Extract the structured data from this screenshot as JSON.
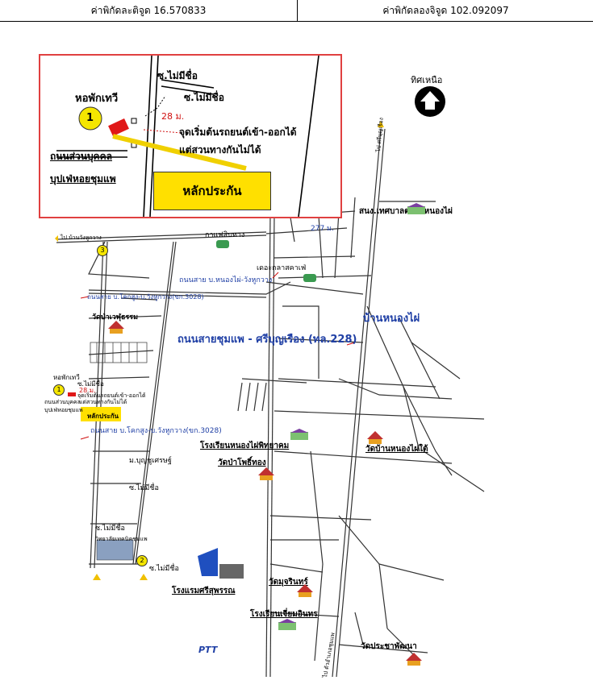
{
  "header": {
    "latitude_label": "ค่าพิกัดละติจูด 16.570833",
    "longitude_label": "ค่าพิกัดลองจิจูด 102.092097"
  },
  "compass": {
    "label": "ทิศเหนือ"
  },
  "inset": {
    "dorm_label": "หอพักเทวี",
    "lane1": "ซ.ไม่มีชื่อ",
    "lane2": "ซ.ไม่มีชื่อ",
    "distance": "28 ม.",
    "entry_note": "จุดเริ่มต้นรถยนต์เข้า-ออกได้",
    "entry_note2": "แต่สวนทางกันไม่ได้",
    "road1": "ถนนส่วนบุคคล",
    "road2": "บุปเฟ่หอยชุมแพ",
    "marker": "1",
    "collateral": "หลักประกัน"
  },
  "labels": {
    "nongphai_municipality": "สนง.เทศบาลตำบลหนองไผ่",
    "distance_277": "277 ม.",
    "cafe_bus": "กาแฟสิบทาง",
    "cafe_kaleao": "เดอะกลาสคาเฟ่",
    "road_nongphai_wangwang": "ถนนสาย บ.หนองไผ่-วังหูกวาง",
    "road_khoksung_top": "ถนนสาย บ.โคกสูง-บ.วังหูกวาง(ขก.3028)",
    "wat_pa_wetchatham": "วัดป่าเวฬุธรรม",
    "ban_nongphai": "บ้านหนองไผ่",
    "main_road": "ถนนสายชุมแพ - ศรีบุญเรือง (ทล.228)",
    "dorm_small": "หอพักเทวี",
    "lane_small1": "ซ.ไม่มีชื่อ",
    "dist_small": "28 ม.",
    "entry_small": "จุดเริ่มต้นรถยนต์เข้า-ออกได้",
    "entry_small2": "แต่สวนทางกันไม่ได้",
    "road_small1": "ถนนส่วนบุคคล",
    "road_small2": "บุปเฟ่หอยชุมแพ",
    "collateral_small": "หลักประกัน",
    "road_khoksung_bottom": "ถนนสาย บ.โคกสูง-บ.วังหูกวาง(ขก.3028)",
    "school_nongphai": "โรงเรียนหนองไผ่พิทยาคม",
    "wat_ban_nongphai": "วัดบ้านหนองไผ่ใต้",
    "wat_pa_photong": "วัดป่าโพธิ์ทอง",
    "village_bunsiri": "ม.บุญชูเศรษฐ์",
    "lane_small2": "ซ.ไม่มีชื่อ",
    "lane_small3": "ซ.ไม่มีชื่อ",
    "lane_small4": "ซ.ไม่มีชื่อ",
    "college": "วิทยาลัยเทคนิคชุมแพ",
    "hotel": "โรงแรมศรีสุพรรณ",
    "wat_mucharin": "วัดมุจรินทร์",
    "school_chiam": "โรงเรียนเจี่ยมอินทร",
    "wat_prachaphatthana": "วัดประชาพัฒนา",
    "ptt": "PTT",
    "to_sriboonruang": "ไป ศรีบุญเรือง",
    "to_chumphae": "ไป ตัวอำเภอชุมแพ",
    "to_banwang": "ไป บ้านวังหูกวาง",
    "marker1": "1",
    "marker2": "2",
    "marker3": "3"
  },
  "colors": {
    "road": "#333333",
    "accent_blue": "#1f3fa5",
    "inset_border": "#e04040",
    "collateral_fill": "#ffe000",
    "marker_fill": "#f5e600",
    "plot_red": "#e01818"
  }
}
